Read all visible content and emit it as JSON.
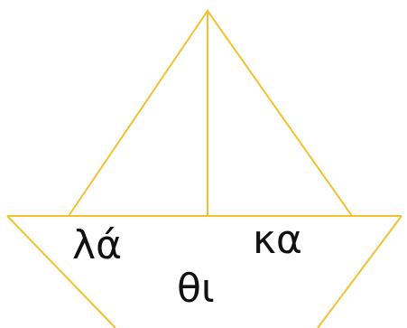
{
  "colors": {
    "outline": "#f2c12e",
    "text": "#111111",
    "background": "#ffffff"
  },
  "syllables": [
    "λά",
    "θι",
    "κα"
  ]
}
